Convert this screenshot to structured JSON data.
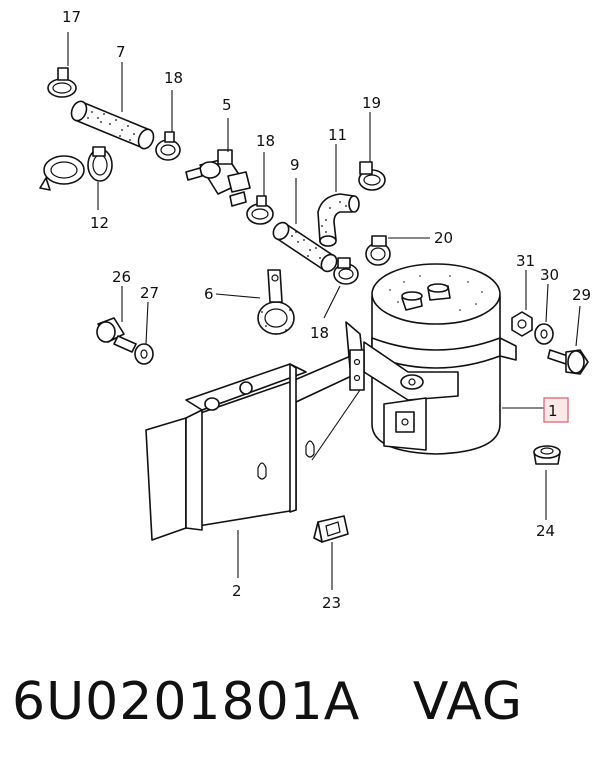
{
  "callouts": {
    "c1": "1",
    "c2": "2",
    "c5": "5",
    "c6": "6",
    "c7": "7",
    "c9": "9",
    "c11": "11",
    "c12": "12",
    "c17": "17",
    "c18a": "18",
    "c18b": "18",
    "c18c": "18",
    "c19": "19",
    "c20": "20",
    "c23": "23",
    "c24": "24",
    "c26": "26",
    "c27": "27",
    "c29": "29",
    "c30": "30",
    "c31": "31"
  },
  "caption": "6U0201801A   VAG",
  "colors": {
    "line": "#111111",
    "highlight_box": "#e0707a",
    "highlight_fill": "#fbe9ea"
  }
}
